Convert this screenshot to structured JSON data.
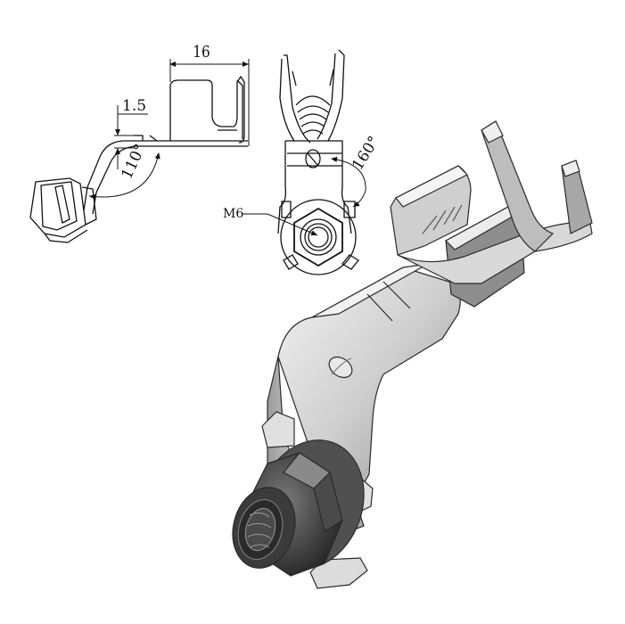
{
  "drawing": {
    "dimensions": {
      "length": "16",
      "thickness": "1.5",
      "bend_angle": "110°",
      "tab_angle": "160°",
      "thread": "M6"
    }
  },
  "colors": {
    "line": "#111111",
    "metal_light": "#e6e6e6",
    "metal_mid": "#b9b9b9",
    "metal_dark": "#6e6e6e",
    "nut_dark": "#3a3a3a"
  }
}
